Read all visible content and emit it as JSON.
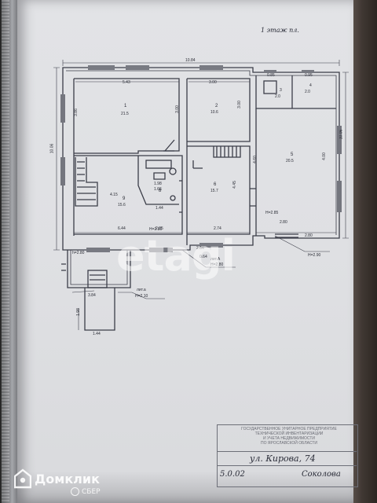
{
  "header": {
    "floor_title": "1 этаж пл."
  },
  "rooms": {
    "r1": {
      "num": "1",
      "area": "21.5"
    },
    "r2": {
      "num": "2",
      "area": "10.6"
    },
    "r3": {
      "num": "3",
      "area": "2.0"
    },
    "r4": {
      "num": "4",
      "area": "2.0"
    },
    "r5": {
      "num": "5",
      "area": "20.5"
    },
    "r6": {
      "num": "6",
      "area": "15.7"
    },
    "r8": {
      "num": "8",
      "area": "1.44"
    },
    "r9": {
      "num": "9",
      "area": "15.6"
    }
  },
  "dims": {
    "overall_top": "10.84",
    "r1_top": "5.43",
    "r2_top": "3.00",
    "r3_top": "0.85",
    "r4_top": "0.95",
    "left_upper": "3.86",
    "left_overall": "10.06",
    "r1_right": "3.00",
    "r2_right": "3.00",
    "r5_right": "4.00",
    "r5_left": "4.60",
    "right_overall": "10.06",
    "bottom_left": "6.44",
    "bottom_mid": "2.74",
    "bottom_right": "2.80",
    "r6_bottom": "2.64",
    "porch_width": "3.84",
    "porch_side": "1.98",
    "step_width": "1.44",
    "r9_dim": "4.15",
    "r9_width": "2.35",
    "r8_dim": "1.98",
    "r8_dim2": "1.66",
    "r6_height": "4.45",
    "r5_height_label": "H=2.85",
    "ceiling_left": "h=2.80",
    "ceiling_mid": "H=2.80",
    "ceiling_right": "H=2.90",
    "ceiling_porch": "H=2.10",
    "lit_a": "лит.А",
    "lit_a1": "лит.а",
    "porch_r": "0.64"
  },
  "stamp": {
    "org_lines": [
      "ГОСУДАРСТВЕННОЕ УНИТАРНОЕ ПРЕДПРИЯТИЕ",
      "ТЕХНИЧЕСКОЙ ИНВЕНТАРИЗАЦИИ",
      "И УЧЕТА НЕДВИЖИМОСТИ",
      "ПО ЯРОСЛАВСКОЙ ОБЛАСТИ"
    ],
    "address": "ул. Кирова, 74",
    "date": "5.0.02",
    "surname": "Соколова"
  },
  "watermark": {
    "text": "etagi"
  },
  "brand": {
    "name": "Домклик",
    "sub": "СБЕР"
  }
}
